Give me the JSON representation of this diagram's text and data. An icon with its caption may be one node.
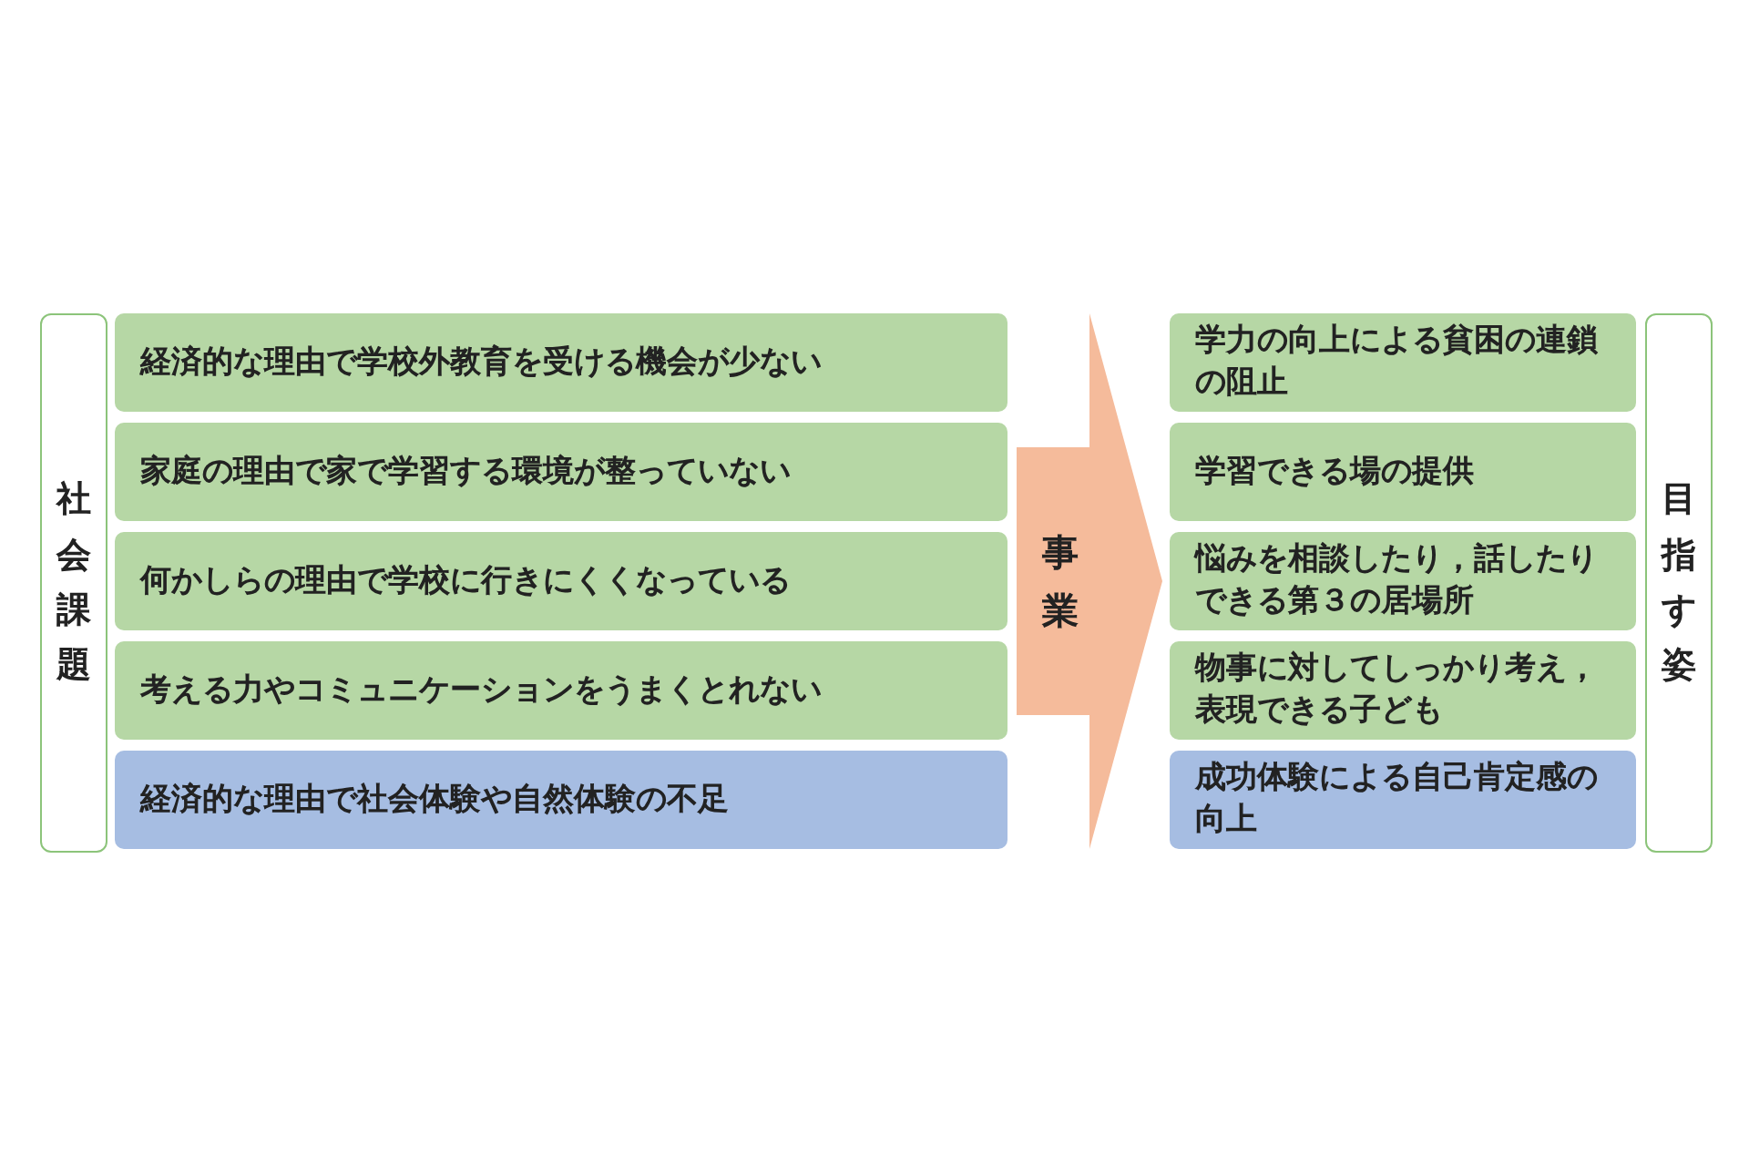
{
  "diagram": {
    "nodes": [
      {
        "text": [
          "社会課題"
        ]
      },
      {
        "text": [
          "経済的な理由で学校外教育を受ける機会が少ない"
        ]
      },
      {
        "text": [
          "家庭の理由で家で学習する環境が整っていない"
        ]
      },
      {
        "text": [
          "何かしらの理由で学校に行きにくくなっている"
        ]
      },
      {
        "text": [
          "考える力やコミュニケーションをうまくとれない"
        ]
      },
      {
        "text": [
          "経済的な理由で社会体験や自然体験の不足"
        ]
      },
      {
        "text": [
          "事業"
        ]
      },
      {
        "text": [
          "学力の向上による貧困の連鎖の阻止"
        ]
      },
      {
        "text": [
          "学習できる場の提供"
        ]
      },
      {
        "text": [
          "悩みを相談したり，話したりできる第３の居場所"
        ]
      },
      {
        "text": [
          "物事に対してしっかり考え，表現できる子ども"
        ]
      },
      {
        "text": [
          "成功体験による自己肯定感の向上"
        ]
      },
      {
        "text": [
          "目指す姿"
        ]
      }
    ],
    "edges": []
  }
}
